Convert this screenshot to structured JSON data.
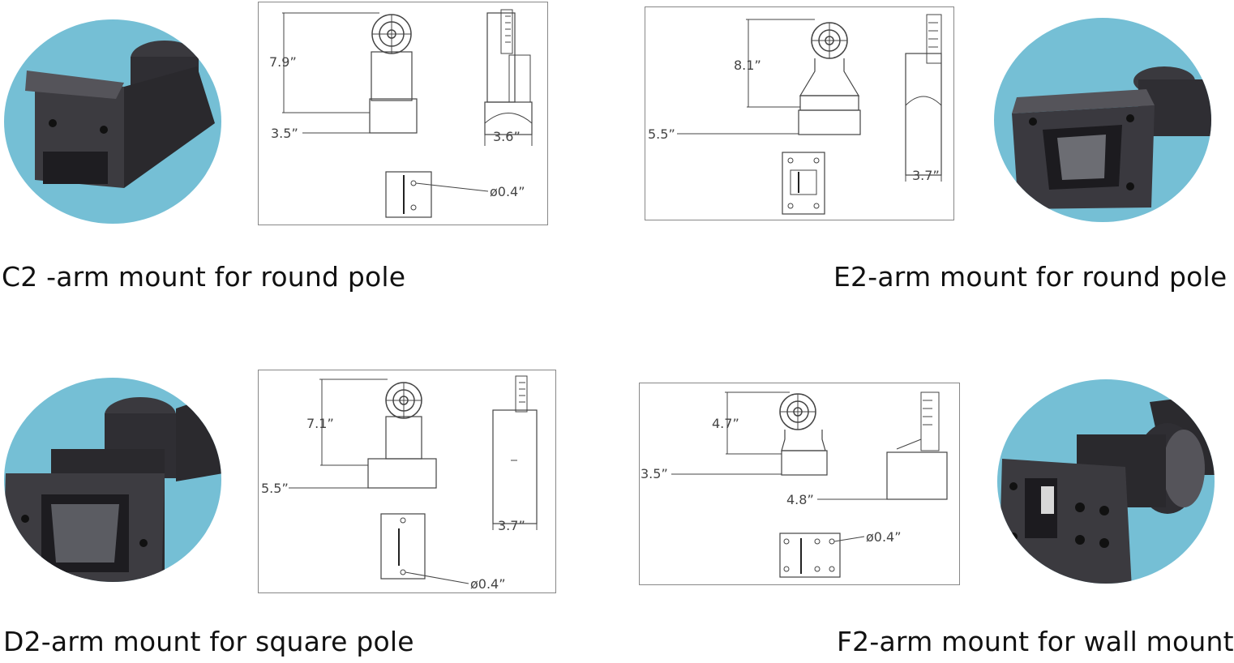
{
  "colors": {
    "circle_bg": "#75bfd5",
    "mount_dark": "#2b2a2e",
    "mount_mid": "#4a494e",
    "line": "#444444",
    "frame": "#888888"
  },
  "panels": [
    {
      "caption": "C2 -arm mount for round pole",
      "dims": {
        "height": "7.9”",
        "width": "3.5”",
        "depth": "3.6”",
        "hole": "ø0.4”"
      }
    },
    {
      "caption": "E2-arm mount for round pole",
      "dims": {
        "height": "8.1”",
        "width": "5.5”",
        "depth": "3.7”"
      }
    },
    {
      "caption": "D2-arm mount for square pole",
      "dims": {
        "height": "7.1”",
        "width": "5.5”",
        "depth": "3.7”",
        "hole": "ø0.4”"
      }
    },
    {
      "caption": "F2-arm mount for wall mount",
      "dims": {
        "height": "4.7”",
        "width": "3.5”",
        "depth": "4.8”",
        "hole": "ø0.4”"
      }
    }
  ]
}
